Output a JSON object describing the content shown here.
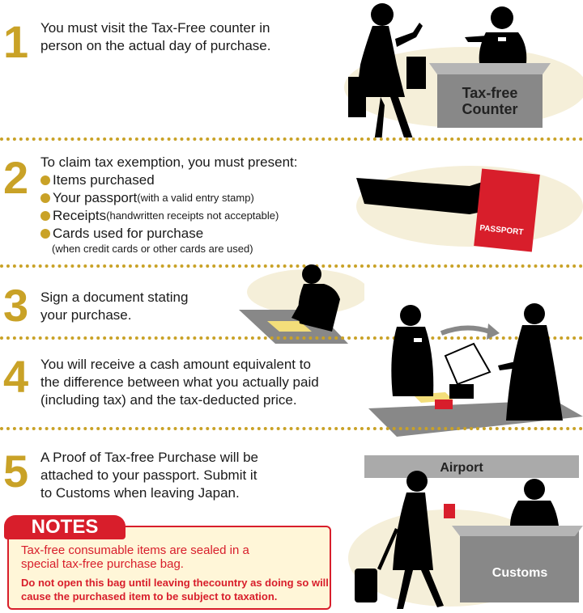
{
  "steps": [
    {
      "num": "1",
      "lines": [
        "You must visit the Tax-Free counter in",
        "person on the actual day of purchase."
      ]
    },
    {
      "num": "2",
      "title": "To claim tax exemption, you must present:",
      "items": [
        {
          "main": "Items purchased",
          "note": ""
        },
        {
          "main": "Your passport",
          "note": " (with a valid entry stamp)"
        },
        {
          "main": "Receipts",
          "note": " (handwritten receipts not acceptable)"
        },
        {
          "main": "Cards used for purchase",
          "note": ""
        }
      ],
      "extra": "(when credit cards or other cards are used)"
    },
    {
      "num": "3",
      "lines": [
        "Sign a document stating",
        "your purchase."
      ]
    },
    {
      "num": "4",
      "lines": [
        "You will receive a cash amount equivalent to",
        "the difference between what you actually paid",
        "(including tax) and the tax-deducted price."
      ]
    },
    {
      "num": "5",
      "lines": [
        "A Proof of Tax-free Purchase will be",
        "attached to your passport. Submit it",
        "to Customs when leaving Japan."
      ]
    }
  ],
  "illustrations": {
    "counter_sign": [
      "Tax-free",
      "Counter"
    ],
    "passport_label": "PASSPORT",
    "airport_label": "Airport",
    "customs_label": "Customs"
  },
  "notes": {
    "heading": "NOTES",
    "line1": [
      "Tax-free consumable items are sealed in a",
      "special tax-free purchase bag."
    ],
    "line2": [
      "Do not open this bag until leaving thecountry as doing so will",
      "cause the purchased item to be subject to taxation."
    ]
  },
  "colors": {
    "accent": "#c9a227",
    "notes_red": "#d81e2b",
    "notes_bg": "#fff6d8",
    "passport_red": "#d81e2b",
    "oval": "#f5efd9"
  }
}
